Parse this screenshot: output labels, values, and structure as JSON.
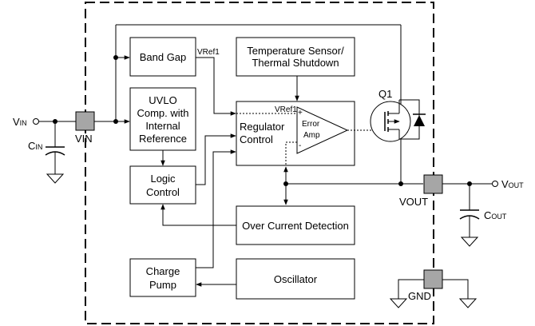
{
  "blocks": {
    "band_gap": "Band Gap",
    "temp_line1": "Temperature Sensor/",
    "temp_line2": "Thermal Shutdown",
    "uvlo_line1": "UVLO",
    "uvlo_line2": "Comp. with",
    "uvlo_line3": "Internal",
    "uvlo_line4": "Reference",
    "logic_line1": "Logic",
    "logic_line2": "Control",
    "regulator_line1": "Regulator",
    "regulator_line2": "Control",
    "error_line1": "Error",
    "error_line2": "Amp",
    "over_current": "Over Current Detection",
    "charge_line1": "Charge",
    "charge_line2": "Pump",
    "oscillator": "Oscillator"
  },
  "signals": {
    "vref1_top": "VRef1",
    "vref1_amp": "VRef1",
    "plus": "+",
    "minus": "-",
    "q1": "Q1"
  },
  "pins": {
    "vin_main": "V",
    "vin_sub": "IN",
    "vin_pin": "VIN",
    "cin_main": "C",
    "cin_sub": "IN",
    "vout_main": "V",
    "vout_sub": "OUT",
    "vout_pin": "VOUT",
    "cout_main": "C",
    "cout_sub": "OUT",
    "gnd_pin": "GND"
  },
  "colors": {
    "line": "#000000",
    "pin_fill": "#a6a6a6",
    "background": "#ffffff"
  }
}
